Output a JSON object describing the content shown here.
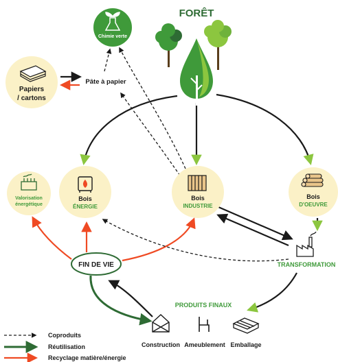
{
  "title": "FORÊT",
  "nodes": {
    "chimie": "Chimie verte",
    "papiers_l1": "Papiers",
    "papiers_l2": "/ cartons",
    "pate": "Pâte à papier",
    "valorisation_l1": "Valorisation",
    "valorisation_l2": "énergétique",
    "bois_energie_l1": "Bois",
    "bois_energie_l2": "ÉNERGIE",
    "bois_industrie_l1": "Bois",
    "bois_industrie_l2": "INDUSTRIE",
    "bois_oeuvre_l1": "Bois",
    "bois_oeuvre_l2": "D'OEUVRE",
    "transformation": "TRANSFORMATION",
    "fin_de_vie": "FIN DE VIE",
    "produits_finaux": "PRODUITS FINAUX",
    "construction": "Construction",
    "ameublement": "Ameublement",
    "emballage": "Emballage"
  },
  "legend": {
    "coproduits": "Coproduits",
    "reutilisation": "Réutilisation",
    "recyclage": "Recyclage matière/énergie"
  },
  "colors": {
    "dark_green": "#2e6b34",
    "green": "#3f9a3a",
    "light_green": "#8cc63f",
    "cream": "#fbf1c7",
    "red": "#ef4a23",
    "black": "#1a1a1a"
  }
}
